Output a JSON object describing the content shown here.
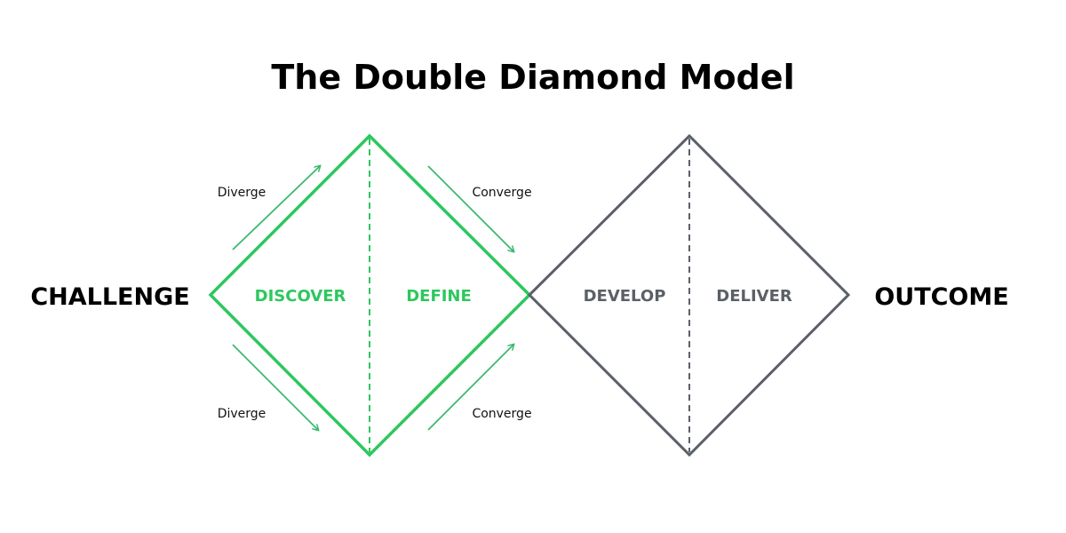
{
  "title": "The Double Diamond Model",
  "start_label": "CHALLENGE",
  "end_label": "OUTCOME",
  "phases": [
    "DISCOVER",
    "DEFINE",
    "DEVELOP",
    "DELIVER"
  ],
  "arrows": {
    "top_left": "Diverge",
    "top_right": "Converge",
    "bottom_left": "Diverge",
    "bottom_right": "Converge"
  },
  "colors": {
    "first_diamond": "#2dc75e",
    "second_diamond": "#5b6068",
    "arrow": "#3cb870"
  }
}
